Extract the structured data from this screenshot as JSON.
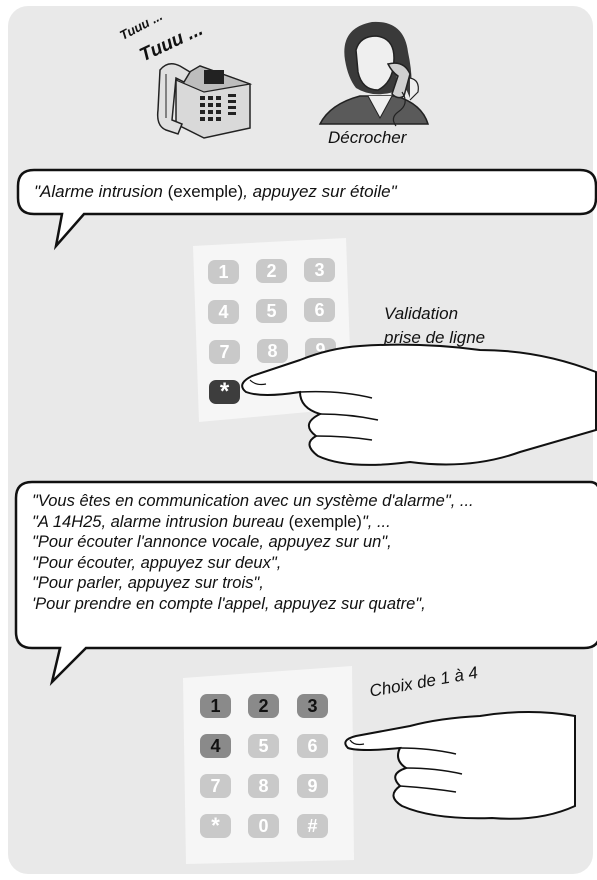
{
  "sounds": {
    "ring_small": "Tuuu ...",
    "ring_large": "Tuuu ..."
  },
  "steps": {
    "pickup_label": "Décrocher",
    "validation_line1": "Validation",
    "validation_line2": "prise de ligne",
    "choice_label": "Choix de 1 à 4"
  },
  "bubble1": {
    "part1": "\"Alarme intrusion",
    "part2": " (exemple)",
    "part3": ", appuyez sur étoile\""
  },
  "bubble2": {
    "line1": "\"Vous êtes en communication avec un système d'alarme\", ...",
    "line2a": "\"A 14H25, alarme intrusion bureau",
    "line2b": " (exemple)",
    "line2c": "\", ...",
    "line3": "\"Pour écouter l'annonce vocale, appuyez sur un\",",
    "line4": "\"Pour écouter, appuyez sur deux\",",
    "line5": "\"Pour parler, appuyez sur trois\",",
    "line6": "'Pour prendre en compte l'appel, appuyez sur quatre\","
  },
  "keypad1": {
    "keys": [
      "1",
      "2",
      "3",
      "4",
      "5",
      "6",
      "7",
      "8",
      "9",
      "*"
    ],
    "active_key": "*"
  },
  "keypad2": {
    "keys": [
      "1",
      "2",
      "3",
      "4",
      "5",
      "6",
      "7",
      "8",
      "9",
      "*",
      "0",
      "#"
    ],
    "highlighted_keys": [
      "1",
      "2",
      "3"
    ],
    "active_key": "4"
  }
}
